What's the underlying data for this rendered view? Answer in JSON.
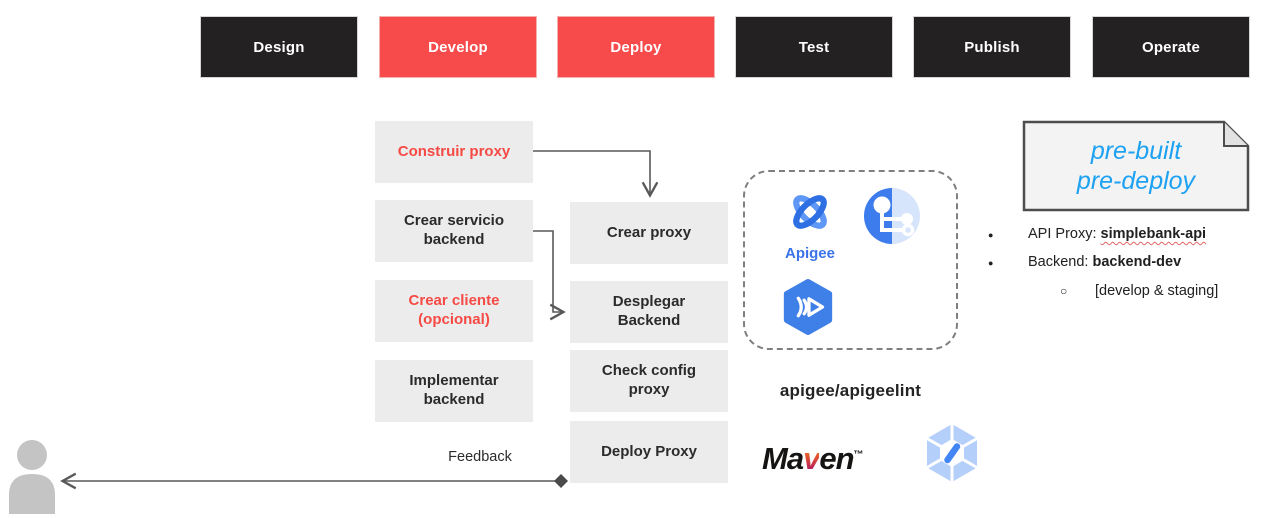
{
  "stages": [
    {
      "label": "Design",
      "variant": "dark"
    },
    {
      "label": "Develop",
      "variant": "red"
    },
    {
      "label": "Deploy",
      "variant": "red"
    },
    {
      "label": "Test",
      "variant": "dark"
    },
    {
      "label": "Publish",
      "variant": "dark"
    },
    {
      "label": "Operate",
      "variant": "dark"
    }
  ],
  "left_steps": [
    {
      "label": "Construir proxy",
      "highlight": "red"
    },
    {
      "label": "Crear servicio backend",
      "highlight": "none"
    },
    {
      "label": "Crear cliente (opcional)",
      "highlight": "red"
    },
    {
      "label": "Implementar backend",
      "highlight": "none"
    }
  ],
  "right_steps": [
    {
      "label": "Crear proxy"
    },
    {
      "label": "Desplegar Backend"
    },
    {
      "label": "Check config proxy"
    },
    {
      "label": "Deploy Proxy"
    }
  ],
  "tools": {
    "apigee_label": "Apigee",
    "lint_label": "apigee/apigeelint",
    "maven": {
      "ma": "Ma",
      "v": "v",
      "en": "en",
      "tm": "™"
    }
  },
  "callout": {
    "line1": "pre-built",
    "line2": "pre-deploy"
  },
  "notes": {
    "item1_prefix": "API Proxy: ",
    "item1_value": "simplebank-api",
    "item2_prefix": "Backend: ",
    "item2_value": "backend-dev",
    "sub_item": "[develop & staging]",
    "bullet": "●",
    "sub_bullet": "○"
  },
  "feedback_label": "Feedback",
  "colors": {
    "stage_dark": "#242122",
    "stage_red": "#f74b4b",
    "step_bg": "#ececec",
    "step_red_text": "#f64a45",
    "callout_blue": "#1da1f2",
    "apigee_blue": "#3b73e8",
    "arrow_gray": "#595959",
    "person_gray": "#c4c4c4"
  }
}
